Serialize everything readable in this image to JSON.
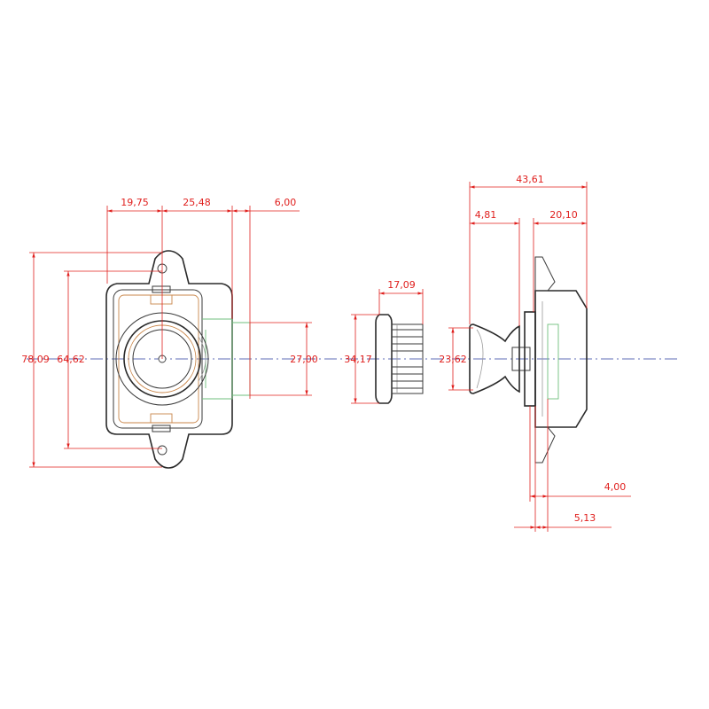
{
  "front_view": {
    "dimensions": {
      "width_a": "19,75",
      "width_b": "25,48",
      "width_c": "6,00",
      "height_overall": "78,09",
      "height_holes": "64,62",
      "height_body": "27,00"
    }
  },
  "cap_view": {
    "dimensions": {
      "depth": "17,09",
      "diameter": "34,17"
    }
  },
  "side_view": {
    "dimensions": {
      "overall_depth": "43,61",
      "knob_offset": "4,81",
      "body_depth": "20,10",
      "knob_diameter": "23,62",
      "flange_gap": "4,00",
      "flange_offset": "5,13"
    }
  },
  "colors": {
    "dimension": "#e0201e",
    "outline": "#3a3a3a",
    "center_axis": "#2b3fa0",
    "inner_detail": "#c9864a",
    "body_detail": "#6fbf7c"
  }
}
